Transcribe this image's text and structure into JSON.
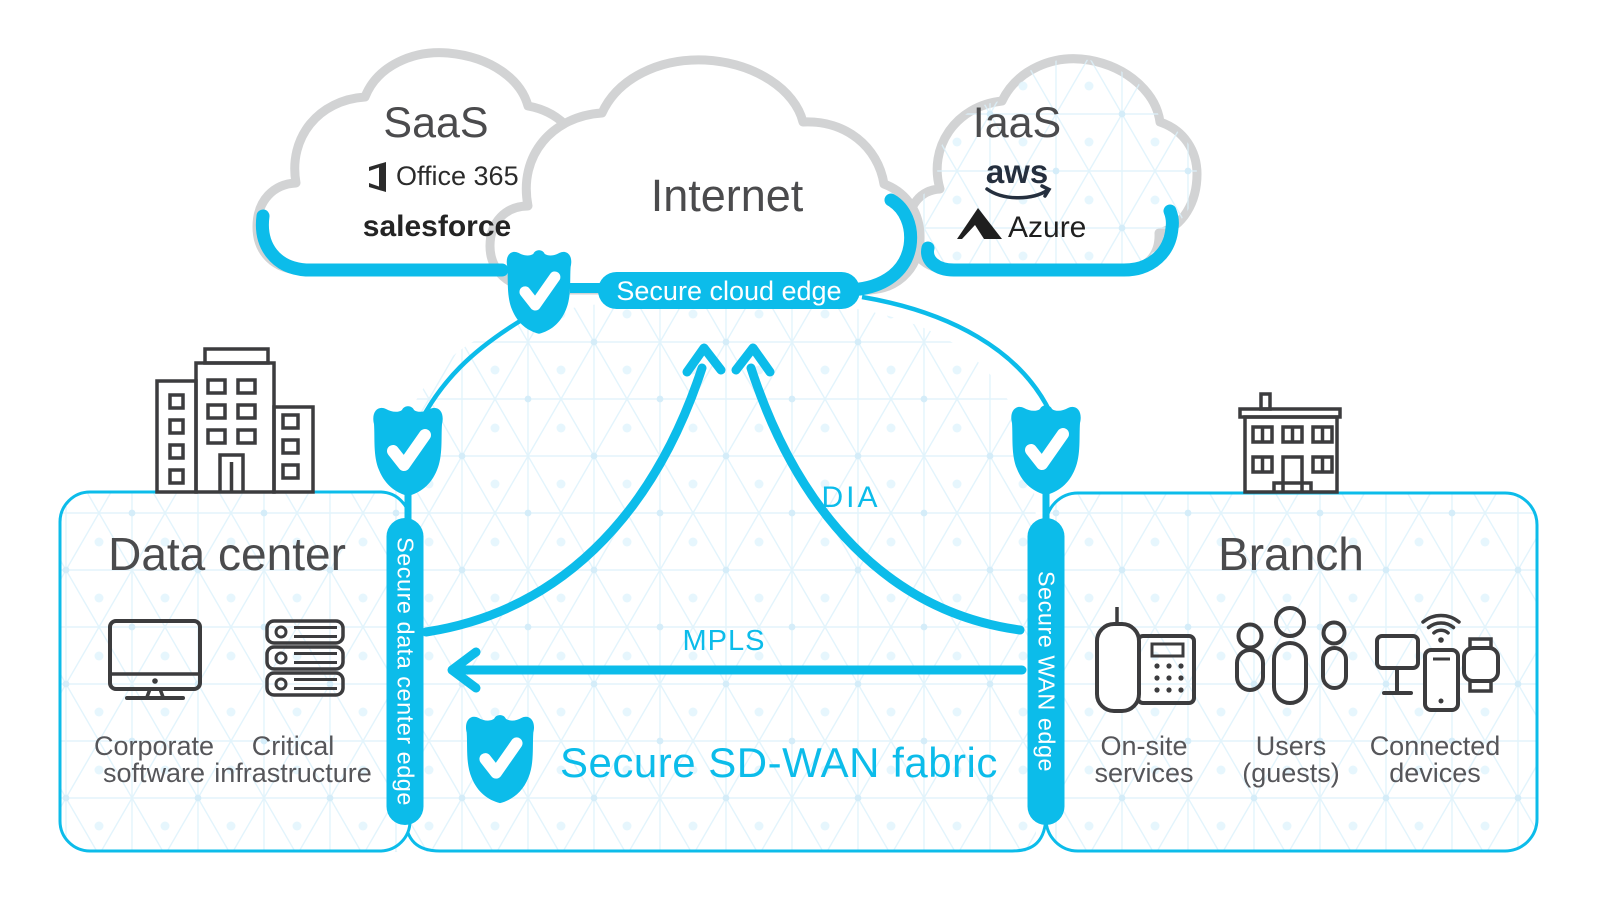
{
  "colors": {
    "accent": "#0cbcea",
    "cloud_gray": "#d2d3d4",
    "ink": "#3c3c3e",
    "title_gray": "#4b4b4d"
  },
  "clouds": {
    "saas": {
      "title": "SaaS",
      "logo_office": "Office 365",
      "logo_salesforce": "salesforce"
    },
    "internet": {
      "title": "Internet"
    },
    "iaas": {
      "title": "IaaS",
      "logo_aws": "aws",
      "logo_azure": "Azure"
    }
  },
  "edges": {
    "cloud_edge": "Secure cloud edge",
    "datacenter_edge": "Secure data center edge",
    "wan_edge": "Secure WAN edge"
  },
  "links": {
    "dia": "DIA",
    "mpls": "MPLS",
    "fabric": "Secure SD-WAN fabric"
  },
  "datacenter": {
    "title": "Data center",
    "items": [
      {
        "line1": "Corporate",
        "line2": "software"
      },
      {
        "line1": "Critical",
        "line2": "infrastructure"
      }
    ]
  },
  "branch": {
    "title": "Branch",
    "items": [
      {
        "line1": "On-site",
        "line2": "services"
      },
      {
        "line1": "Users",
        "line2": "(guests)"
      },
      {
        "line1": "Connected",
        "line2": "devices"
      }
    ]
  }
}
